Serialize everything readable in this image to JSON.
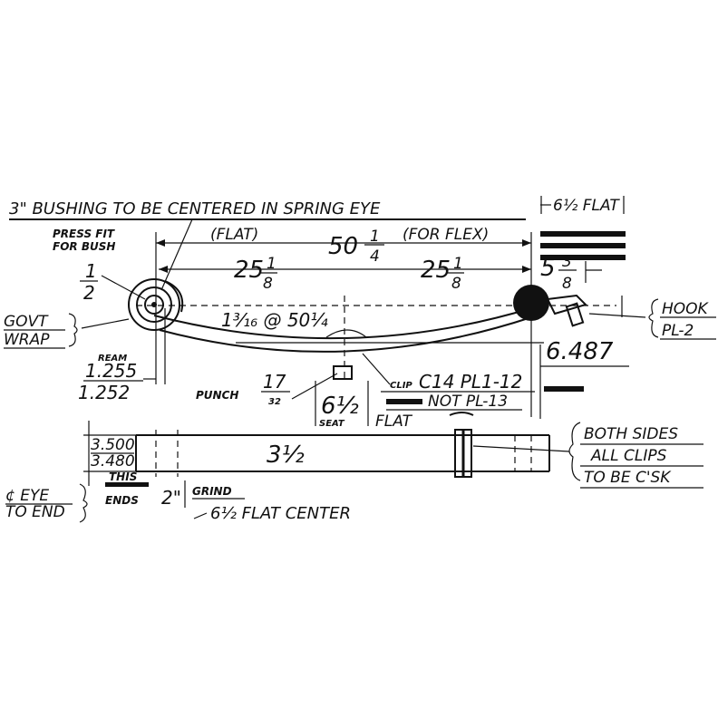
{
  "title": "3\" BUSHING TO BE CENTERED IN SPRING EYE",
  "flat_note_top": "6½ FLAT",
  "press_fit": [
    "PRESS FIT",
    "FOR BUSH"
  ],
  "flat_label": "(FLAT)",
  "for_flex_label": "(FOR FLEX)",
  "overall_length": {
    "whole": "50",
    "num": "1",
    "den": "4"
  },
  "half_left": {
    "whole": "25",
    "num": "1",
    "den": "8"
  },
  "half_right": {
    "whole": "25",
    "num": "1",
    "den": "8"
  },
  "eye_size": {
    "num": "1",
    "den": "2"
  },
  "right_dim": {
    "whole": "5",
    "num": "3",
    "den": "8"
  },
  "govt_wrap": [
    "GOVT",
    "WRAP"
  ],
  "arch_note": "1³⁄₁₆ @ 50¼",
  "hook_note": [
    "HOOK",
    "PL-2"
  ],
  "dim_6487": "6.487",
  "ream": {
    "label": "REAM",
    "v1": "1.255",
    "v2": "1.252"
  },
  "punch": {
    "label": "PUNCH",
    "num": "17",
    "den": "32"
  },
  "seat": {
    "value": "6½",
    "label": "SEAT",
    "flat": "FLAT"
  },
  "clip": {
    "label": "CLIP",
    "text": "C14 PL1-12",
    "not_text": "NOT PL-13"
  },
  "width": {
    "v1": "3.500",
    "v2": "3.480",
    "center": "3½"
  },
  "both_sides": [
    "BOTH SIDES",
    "ALL CLIPS",
    "TO BE C'SK"
  ],
  "this_ends": [
    "THIS",
    "ENDS"
  ],
  "grind": {
    "value": "2\"",
    "label": "GRIND"
  },
  "eye_to_end": [
    "¢ EYE",
    "TO END"
  ],
  "flat_center": "6½ FLAT CENTER"
}
